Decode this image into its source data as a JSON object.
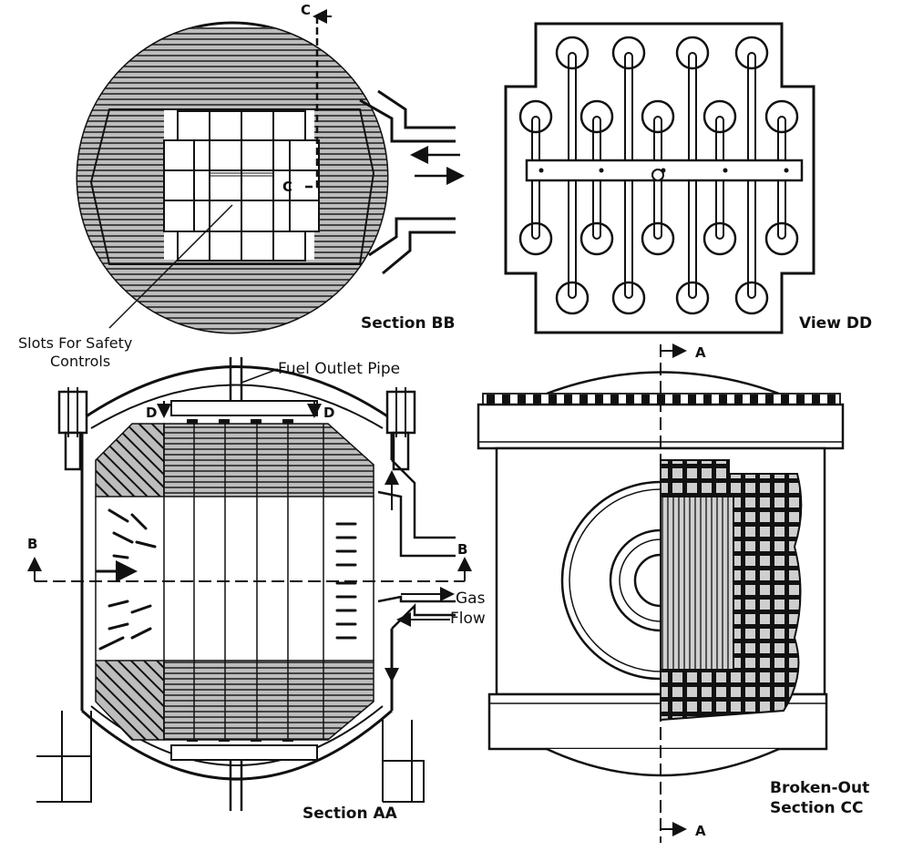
{
  "labels": {
    "section_bb": "Section BB",
    "view_dd": "View DD",
    "slots_line1": "Slots For Safety",
    "slots_line2": "Controls",
    "fuel_outlet_pipe": "Fuel Outlet Pipe",
    "section_aa": "Section AA",
    "gas": "Gas",
    "flow": "Flow",
    "broken_out_line1": "Broken-Out",
    "broken_out_line2": "Section CC",
    "marker_c": "C",
    "marker_b": "B",
    "marker_d": "D",
    "marker_a": "A"
  },
  "colors": {
    "ink": "#111111",
    "shade": "#b8b8b8",
    "paper": "#ffffff"
  }
}
